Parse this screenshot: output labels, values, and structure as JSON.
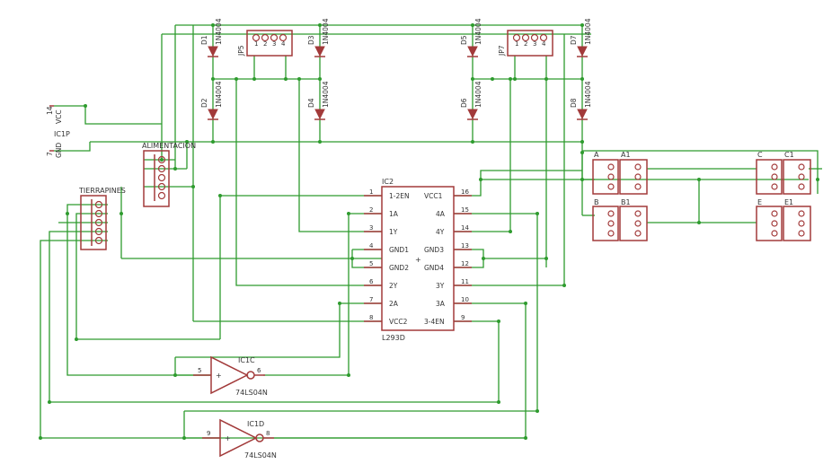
{
  "ic2": {
    "name": "IC2",
    "value": "L293D",
    "left_pins": [
      {
        "num": "1",
        "name": "1-2EN"
      },
      {
        "num": "2",
        "name": "1A"
      },
      {
        "num": "3",
        "name": "1Y"
      },
      {
        "num": "4",
        "name": "GND1"
      },
      {
        "num": "5",
        "name": "GND2"
      },
      {
        "num": "6",
        "name": "2Y"
      },
      {
        "num": "7",
        "name": "2A"
      },
      {
        "num": "8",
        "name": "VCC2"
      }
    ],
    "right_pins": [
      {
        "num": "16",
        "name": "VCC1"
      },
      {
        "num": "15",
        "name": "4A"
      },
      {
        "num": "14",
        "name": "4Y"
      },
      {
        "num": "13",
        "name": "GND3"
      },
      {
        "num": "12",
        "name": "GND4"
      },
      {
        "num": "11",
        "name": "3Y"
      },
      {
        "num": "10",
        "name": "3A"
      },
      {
        "num": "9",
        "name": "3-4EN"
      }
    ],
    "plus": "+"
  },
  "inverters": [
    {
      "name": "IC1C",
      "value": "74LS04N",
      "in_pin": "5",
      "out_pin": "6",
      "plus": "+"
    },
    {
      "name": "IC1D",
      "value": "74LS04N",
      "in_pin": "9",
      "out_pin": "8",
      "plus": "+"
    }
  ],
  "ic1p": {
    "name": "IC1P",
    "vcc": "VCC",
    "gnd": "GND",
    "pin14": "14",
    "pin7": "7"
  },
  "connectors": {
    "alimentacion": "ALIMENTACION",
    "tierrapines": "TIERRAPINES",
    "jp5": "JP5",
    "jp7": "JP7",
    "pad_nums": [
      "1",
      "2",
      "3",
      "4"
    ]
  },
  "diodes": [
    {
      "name": "D1",
      "value": "1N4004"
    },
    {
      "name": "D2",
      "value": "1N4004"
    },
    {
      "name": "D3",
      "value": "1N4004"
    },
    {
      "name": "D4",
      "value": "1N4004"
    },
    {
      "name": "D5",
      "value": "1N4004"
    },
    {
      "name": "D6",
      "value": "1N4004"
    },
    {
      "name": "D7",
      "value": "1N4004"
    },
    {
      "name": "D8",
      "value": "1N4004"
    }
  ],
  "headers": [
    {
      "name": "A"
    },
    {
      "name": "A1"
    },
    {
      "name": "B"
    },
    {
      "name": "B1"
    },
    {
      "name": "C"
    },
    {
      "name": "C1"
    },
    {
      "name": "E"
    },
    {
      "name": "E1"
    }
  ]
}
